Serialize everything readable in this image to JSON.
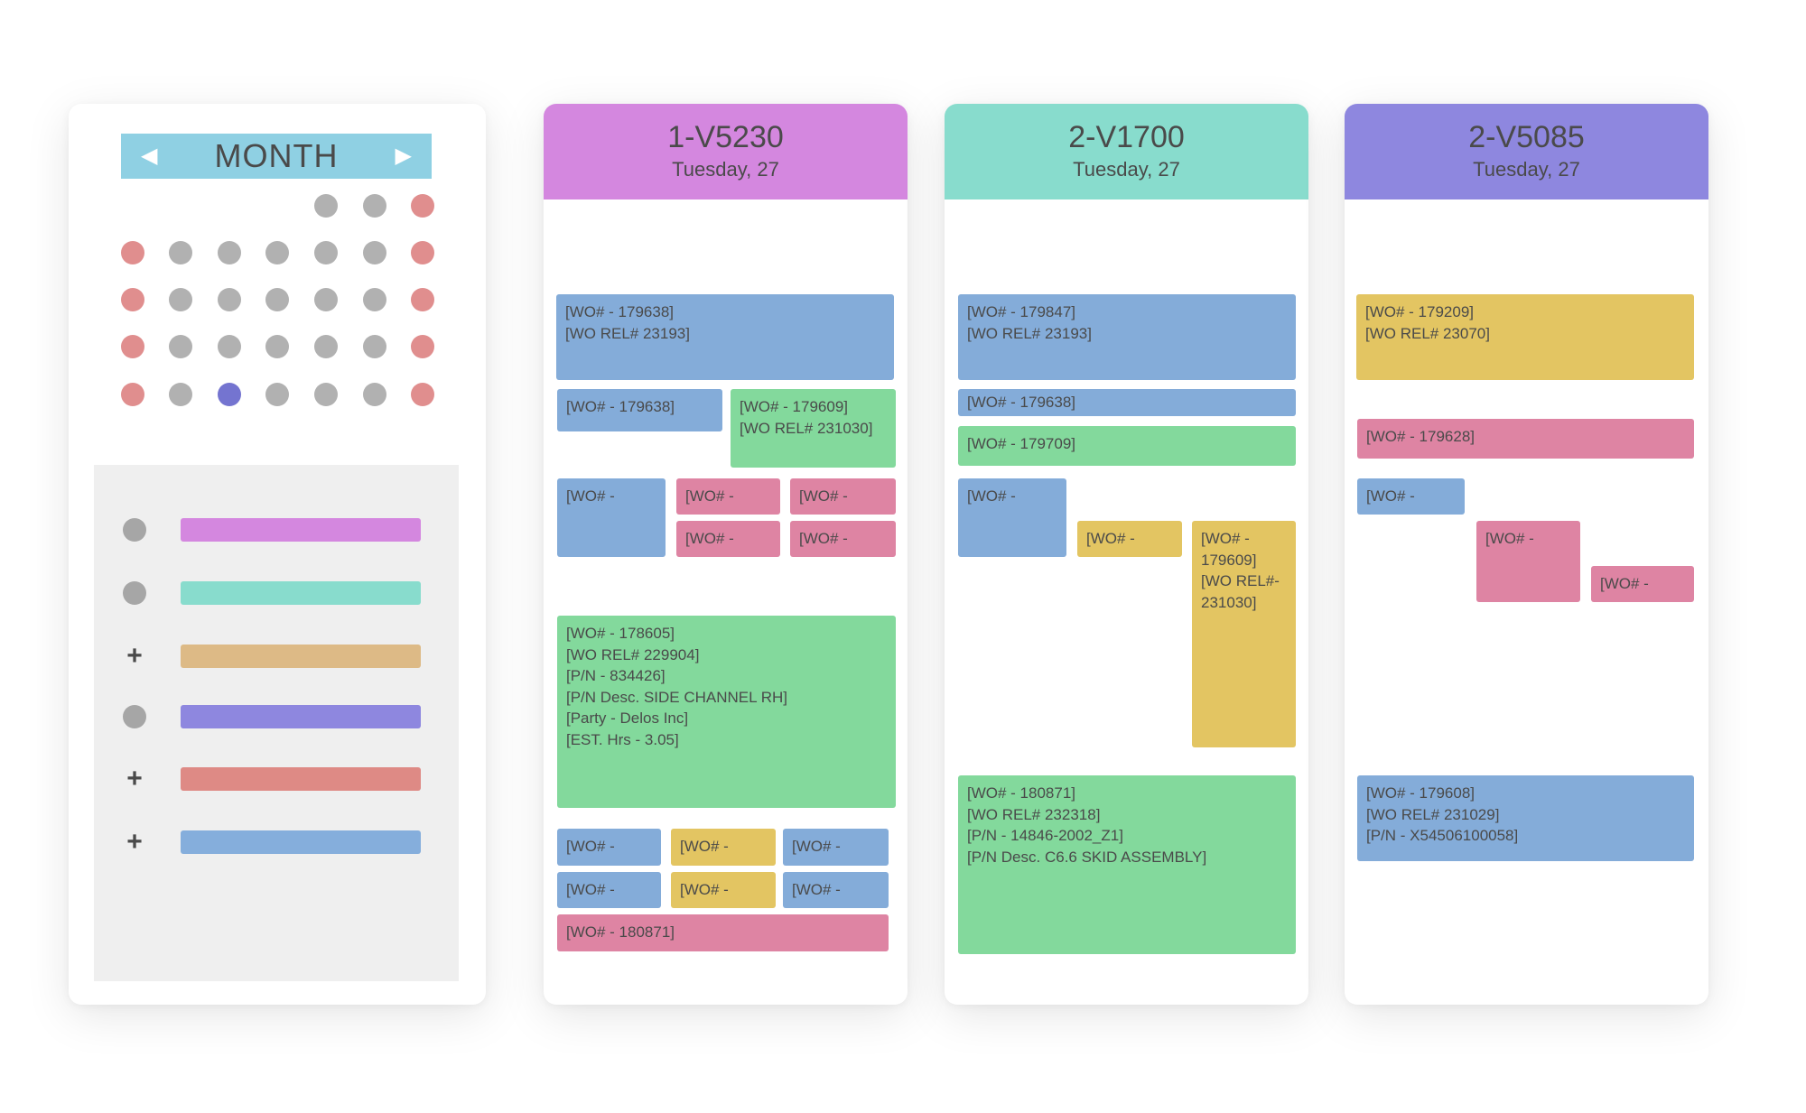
{
  "calendar": {
    "month_label": "MONTH",
    "prev_icon": "triangle-left-icon",
    "next_icon": "triangle-right-icon",
    "selected_color": "#7474d0",
    "weekend_color": "#e08e8e",
    "day_color": "#b1b1b1"
  },
  "legend": {
    "items": [
      {
        "marker": "circle",
        "color": "#d487df"
      },
      {
        "marker": "circle",
        "color": "#88dccd"
      },
      {
        "marker": "plus",
        "color": "#ddba86"
      },
      {
        "marker": "circle",
        "color": "#8e87df"
      },
      {
        "marker": "plus",
        "color": "#de8a85"
      },
      {
        "marker": "plus",
        "color": "#85aedc"
      }
    ]
  },
  "resources": [
    {
      "name": "1-V5230",
      "date": "Tuesday, 27",
      "header_color": "#d487df",
      "orders": [
        {
          "color": "blue",
          "lines": [
            "[WO# - 179638]",
            "[WO REL# 23193]"
          ]
        },
        {
          "color": "blue",
          "lines": [
            "[WO# - 179638]"
          ]
        },
        {
          "color": "green",
          "lines": [
            "[WO# - 179609]",
            "[WO REL# 231030]"
          ]
        },
        {
          "color": "blue",
          "lines": [
            "[WO# -"
          ]
        },
        {
          "color": "pink",
          "lines": [
            "[WO# -"
          ]
        },
        {
          "color": "pink",
          "lines": [
            "[WO# -"
          ]
        },
        {
          "color": "pink",
          "lines": [
            "[WO# -"
          ]
        },
        {
          "color": "pink",
          "lines": [
            "[WO# -"
          ]
        },
        {
          "color": "green",
          "lines": [
            "[WO# - 178605]",
            "[WO REL# 229904]",
            "[P/N - 834426]",
            "[P/N Desc. SIDE CHANNEL RH]",
            "[Party - Delos Inc]",
            "[EST. Hrs - 3.05]"
          ]
        },
        {
          "color": "blue",
          "lines": [
            "[WO# -"
          ]
        },
        {
          "color": "yellow",
          "lines": [
            "[WO# -"
          ]
        },
        {
          "color": "blue",
          "lines": [
            "[WO# -"
          ]
        },
        {
          "color": "blue",
          "lines": [
            "[WO# -"
          ]
        },
        {
          "color": "yellow",
          "lines": [
            "[WO# -"
          ]
        },
        {
          "color": "blue",
          "lines": [
            "[WO# -"
          ]
        },
        {
          "color": "pink",
          "lines": [
            "[WO# - 180871]"
          ]
        }
      ]
    },
    {
      "name": "2-V1700",
      "date": "Tuesday, 27",
      "header_color": "#88dccd",
      "orders": [
        {
          "color": "blue",
          "lines": [
            "[WO# - 179847]",
            "[WO REL# 23193]"
          ]
        },
        {
          "color": "blue",
          "lines": [
            "[WO# - 179638]"
          ]
        },
        {
          "color": "green",
          "lines": [
            "[WO# - 179709]"
          ]
        },
        {
          "color": "blue",
          "lines": [
            "[WO# -"
          ]
        },
        {
          "color": "yellow",
          "lines": [
            "[WO# -"
          ]
        },
        {
          "color": "yellow",
          "lines": [
            "[WO# -",
            "179609]",
            "[WO REL#-",
            "231030]"
          ]
        },
        {
          "color": "green",
          "lines": [
            "[WO# - 180871]",
            "[WO REL# 232318]",
            "[P/N - 14846-2002_Z1]",
            "[P/N Desc. C6.6 SKID ASSEMBLY]"
          ]
        }
      ]
    },
    {
      "name": "2-V5085",
      "date": "Tuesday, 27",
      "header_color": "#8e87df",
      "orders": [
        {
          "color": "yellow",
          "lines": [
            "[WO# - 179209]",
            "[WO REL# 23070]"
          ]
        },
        {
          "color": "pink",
          "lines": [
            "[WO# - 179628]"
          ]
        },
        {
          "color": "blue",
          "lines": [
            "[WO# -"
          ]
        },
        {
          "color": "pink",
          "lines": [
            "[WO# -"
          ]
        },
        {
          "color": "pink",
          "lines": [
            "[WO# -"
          ]
        },
        {
          "color": "blue",
          "lines": [
            "[WO# - 179608]",
            "[WO REL# 231029]",
            "[P/N - X54506100058]"
          ]
        }
      ]
    }
  ]
}
